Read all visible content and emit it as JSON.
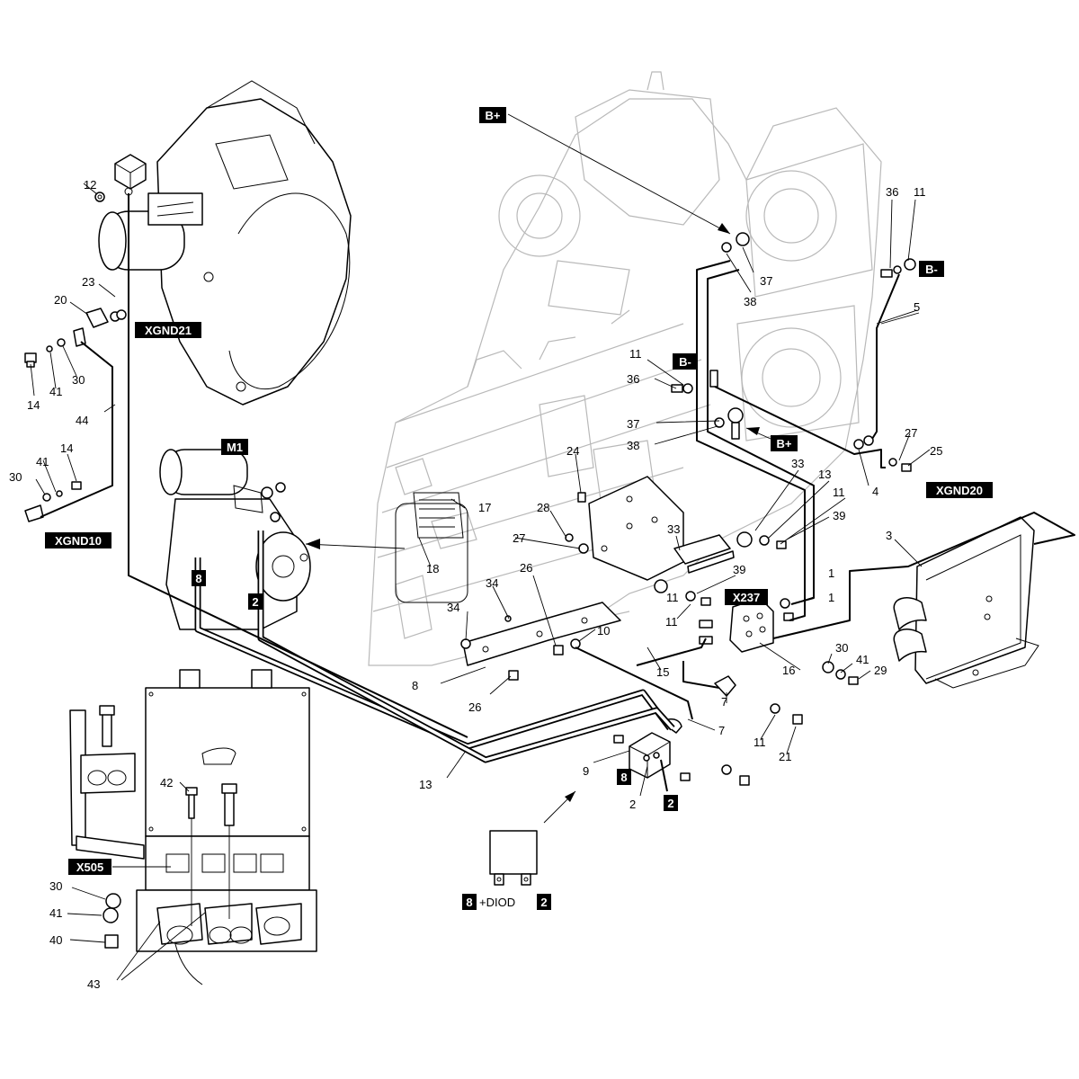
{
  "callouts": {
    "n1a": "1",
    "n1b": "1",
    "n2a": "2",
    "n3": "3",
    "n4": "4",
    "n5": "5",
    "n7a": "7",
    "n7b": "7",
    "n8": "8",
    "n9": "9",
    "n10": "10",
    "n11a": "11",
    "n11b": "11",
    "n11c": "11",
    "n11d": "11",
    "n11e": "11",
    "n12": "12",
    "n13a": "13",
    "n13b": "13",
    "n14a": "14",
    "n14b": "14",
    "n15": "15",
    "n16": "16",
    "n17": "17",
    "n18": "18",
    "n20": "20",
    "n21": "21",
    "n23": "23",
    "n24": "24",
    "n25": "25",
    "n26a": "26",
    "n26b": "26",
    "n27a": "27",
    "n27b": "27",
    "n28": "28",
    "n29": "29",
    "n30a": "30",
    "n30b": "30",
    "n30c": "30",
    "n30d": "30",
    "n33a": "33",
    "n33b": "33",
    "n34a": "34",
    "n34b": "34",
    "n36a": "36",
    "n36b": "36",
    "n37a": "37",
    "n37b": "37",
    "n38a": "38",
    "n38b": "38",
    "n39a": "39",
    "n39b": "39",
    "n40": "40",
    "n41a": "41",
    "n41b": "41",
    "n41c": "41",
    "n41d": "41",
    "n42": "42",
    "n43": "43",
    "n44": "44"
  },
  "tags": {
    "bplus_top": "B+",
    "bplus_mid": "B+",
    "bminus_right": "B-",
    "bminus_mid": "B-",
    "xgnd21": "XGND21",
    "xgnd10": "XGND10",
    "xgnd20": "XGND20",
    "m1": "M1",
    "x237": "X237",
    "x505": "X505",
    "wire8_left": "8",
    "wire2_left": "2",
    "wire8_relay": "8",
    "wire2_relay": "2",
    "wire8_diode": "8",
    "wire2_diode": "2"
  },
  "diode_label": "+DIOD",
  "colors": {
    "line": "#000000",
    "ghost": "#b9b9b9",
    "tag_bg": "#000000",
    "tag_text": "#ffffff"
  }
}
